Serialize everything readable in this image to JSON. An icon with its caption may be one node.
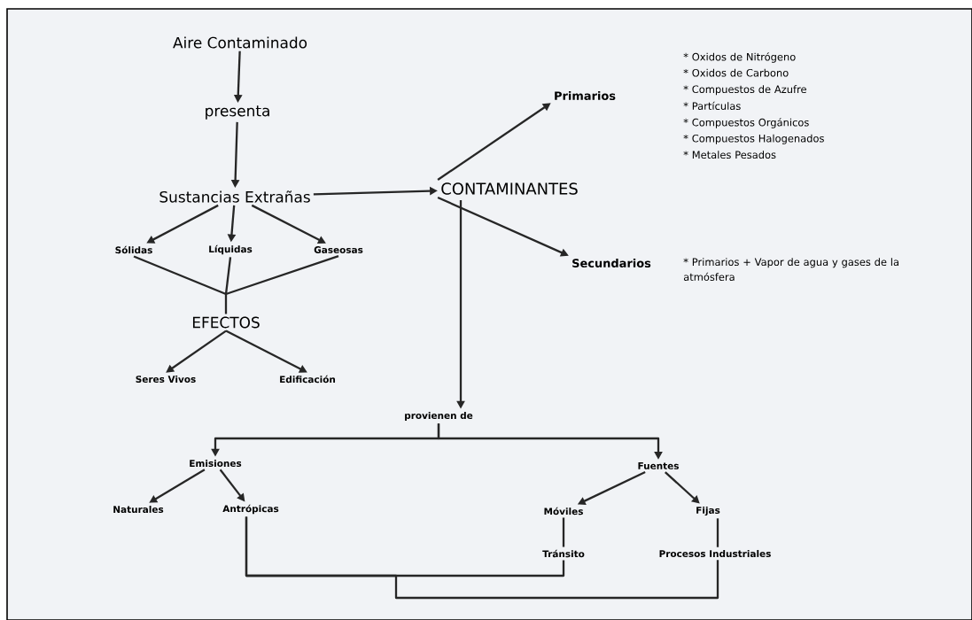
{
  "diagram": {
    "nodes": [
      {
        "text": [
          "Aire Contaminado"
        ]
      },
      {
        "text": [
          "presenta"
        ]
      },
      {
        "text": [
          "Sustancias Extrañas"
        ]
      },
      {
        "text": [
          "CONTAMINANTES"
        ]
      },
      {
        "text": [
          "Primarios"
        ],
        "beside": [
          "* Oxidos de Nitrógeno",
          "* Oxidos de Carbono",
          "* Compuestos de Azufre",
          "* Partículas",
          "* Compuestos Orgánicos",
          "* Compuestos Halogenados",
          "* Metales Pesados"
        ]
      },
      {
        "text": [
          "Secundarios"
        ],
        "beside": [
          "* Primarios + Vapor de agua y gases de la atmósfera"
        ]
      },
      {
        "text": [
          "Sólidas"
        ]
      },
      {
        "text": [
          "Líquidas"
        ]
      },
      {
        "text": [
          "Gaseosas"
        ]
      },
      {
        "text": [
          "EFECTOS"
        ]
      },
      {
        "text": [
          "Seres Vivos"
        ]
      },
      {
        "text": [
          "Edificación"
        ]
      },
      {
        "text": [
          "provienen de"
        ]
      },
      {
        "text": [
          "Emisiones"
        ]
      },
      {
        "text": [
          "Naturales"
        ]
      },
      {
        "text": [
          "Antrópicas"
        ]
      },
      {
        "text": [
          "Fuentes"
        ]
      },
      {
        "text": [
          "Móviles"
        ]
      },
      {
        "text": [
          "Fijas"
        ]
      },
      {
        "text": [
          "Tránsito"
        ]
      },
      {
        "text": [
          "Procesos Industriales"
        ]
      }
    ],
    "edges": [
      {
        "from": 0,
        "to": 1,
        "arrow": "to"
      },
      {
        "from": 1,
        "to": 2,
        "arrow": "to"
      },
      {
        "from": 2,
        "to": 3,
        "arrow": "to"
      },
      {
        "from": 3,
        "to": 4,
        "arrow": "to"
      },
      {
        "from": 3,
        "to": 5,
        "arrow": "to"
      },
      {
        "from": 3,
        "to": 12,
        "arrow": "to"
      },
      {
        "from": 2,
        "to": 6,
        "arrow": "to"
      },
      {
        "from": 2,
        "to": 7,
        "arrow": "to"
      },
      {
        "from": 2,
        "to": 8,
        "arrow": "to"
      },
      {
        "from": 6,
        "to": 9,
        "arrow": "none"
      },
      {
        "from": 7,
        "to": 9,
        "arrow": "none"
      },
      {
        "from": 8,
        "to": 9,
        "arrow": "none"
      },
      {
        "from": 9,
        "to": 10,
        "arrow": "to"
      },
      {
        "from": 9,
        "to": 11,
        "arrow": "to"
      },
      {
        "from": 12,
        "to": 13,
        "arrow": "to"
      },
      {
        "from": 12,
        "to": 16,
        "arrow": "to"
      },
      {
        "from": 13,
        "to": 14,
        "arrow": "to"
      },
      {
        "from": 13,
        "to": 15,
        "arrow": "to"
      },
      {
        "from": 16,
        "to": 17,
        "arrow": "to"
      },
      {
        "from": 16,
        "to": 18,
        "arrow": "to"
      },
      {
        "from": 17,
        "to": 19,
        "arrow": "none"
      },
      {
        "from": 18,
        "to": 20,
        "arrow": "none"
      },
      {
        "from": 15,
        "to": 19,
        "arrow": "none"
      },
      {
        "from": 15,
        "to": 20,
        "arrow": "none"
      }
    ]
  }
}
